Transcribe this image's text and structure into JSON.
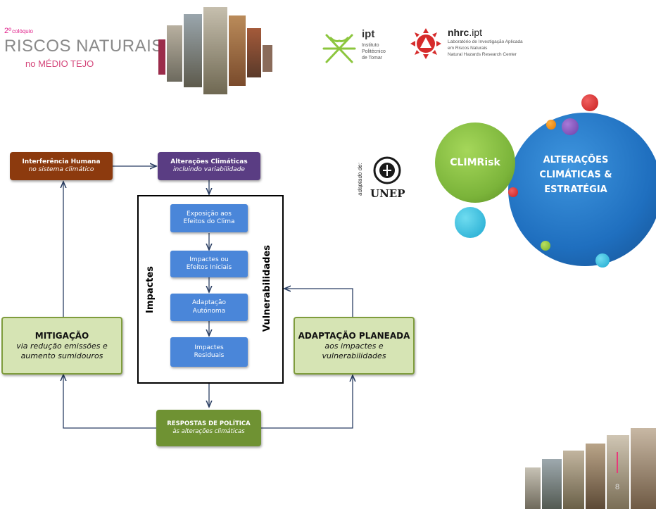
{
  "header": {
    "edition": "2º",
    "colloquium": "colóquio",
    "title": "RISCOS NATURAIS",
    "subtitle": "no MÉDIO TEJO",
    "ipt": {
      "name": "ipt",
      "line1": "Instituto",
      "line2": "Politécnico",
      "line3": "de Tomar"
    },
    "nhrc": {
      "name_bold": "nhrc",
      "name_rest": ".ipt",
      "line1": "Laboratório de Investigação Aplicada",
      "line2": "em Riscos Naturais",
      "line3": "Natural Hazards Research Center"
    }
  },
  "unep": {
    "adapted": "adaptado de:",
    "name": "UNEP"
  },
  "diagram": {
    "human": {
      "title": "Interferência Humana",
      "sub": "no sistema climático"
    },
    "climate": {
      "title": "Alterações Climáticas",
      "sub": "incluindo variabilidade"
    },
    "exposure": {
      "line1": "Exposição aos",
      "line2": "Efeitos do Clima"
    },
    "initial": {
      "line1": "Impactes ou",
      "line2": "Efeitos Iniciais"
    },
    "autonomous": {
      "line1": "Adaptação",
      "line2": "Autónoma"
    },
    "residual": {
      "line1": "Impactes",
      "line2": "Residuais"
    },
    "impacts_label": "Impactes",
    "vulnerabilities_label": "Vulnerabilidades",
    "mitigation": {
      "title": "MITIGAÇÃO",
      "line1": "via redução emissões e",
      "line2": "aumento sumidouros"
    },
    "adaptation": {
      "title": "ADAPTAÇÃO PLANEADA",
      "line1": "aos impactes e",
      "line2": "vulnerabilidades"
    },
    "policy": {
      "title": "RESPOSTAS  DE POLÍTICA",
      "sub": "às alterações climáticas"
    }
  },
  "bubbles": {
    "climrisk": "CLIMRisk",
    "main_line1": "ALTERAÇÕES",
    "main_line2": "CLIMÁTICAS &",
    "main_line3": "ESTRATÉGIA"
  },
  "page_number": "8",
  "colors": {
    "brown": "#8c3a0e",
    "purple": "#5a3d83",
    "blue": "#4a86d9",
    "green": "#6f9233",
    "light_green": "#d6e4b4",
    "bubble_blue": "#1f6fbf"
  }
}
